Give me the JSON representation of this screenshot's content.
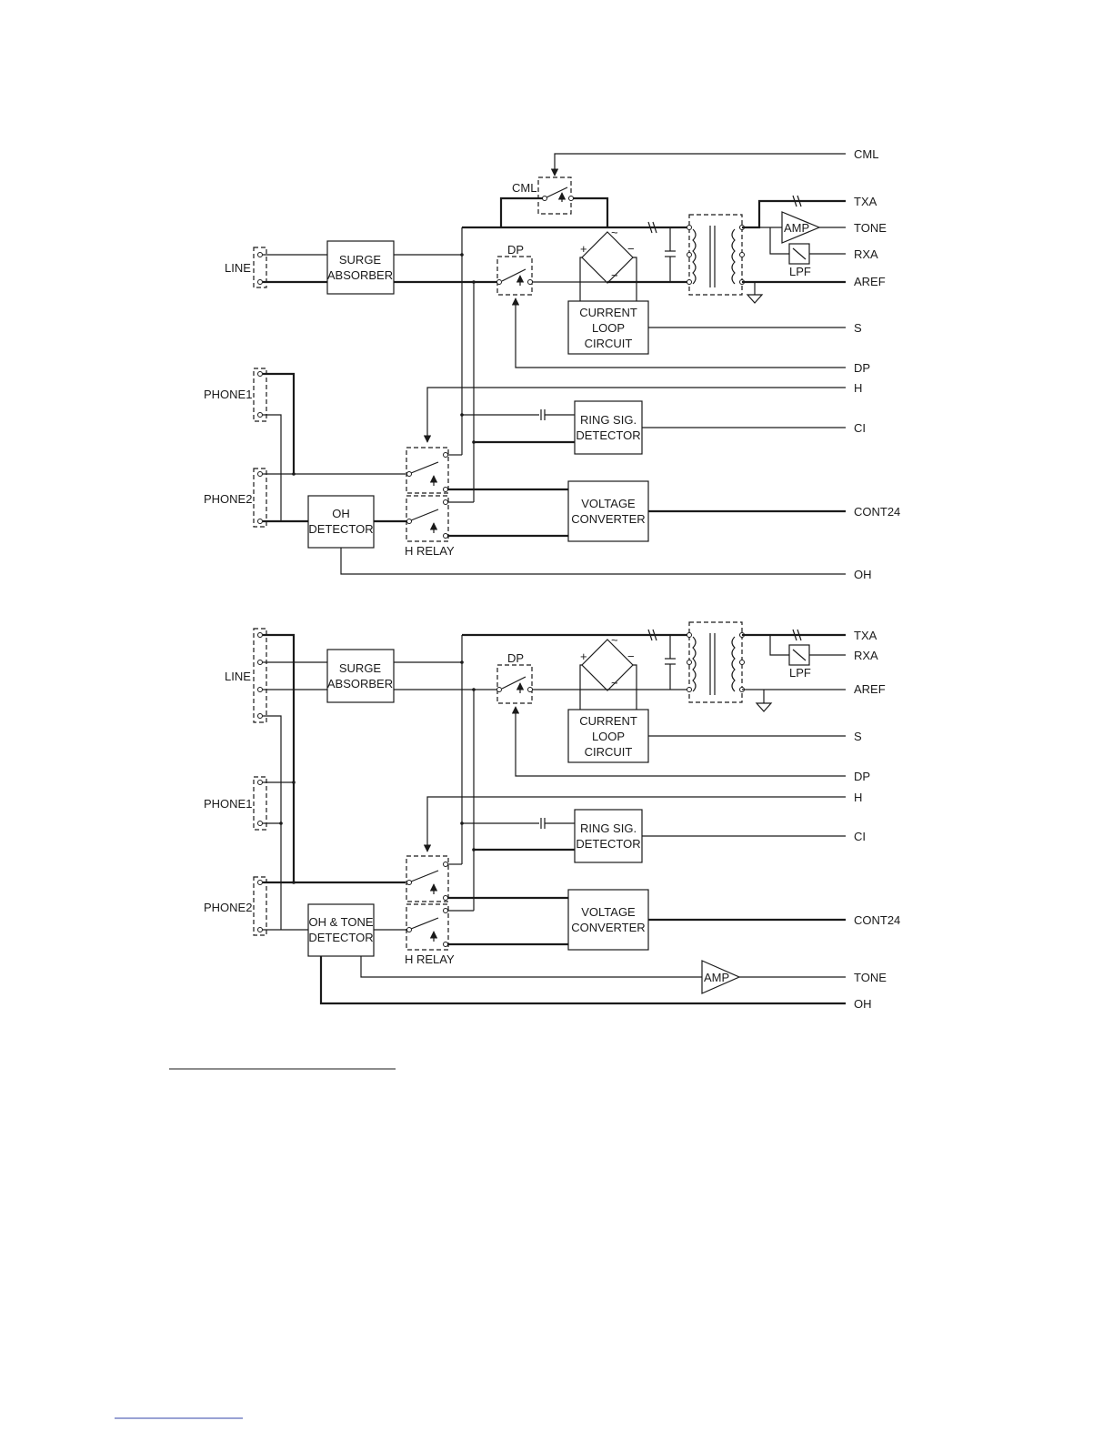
{
  "colors": {
    "ink": "#1a1a1a",
    "background": "#ffffff"
  },
  "diagram_top": {
    "labels": {
      "line": "LINE",
      "phone1": "PHONE1",
      "phone2": "PHONE2",
      "surge_1": "SURGE",
      "surge_2": "ABSORBER",
      "cml_switch": "CML",
      "dp_switch": "DP",
      "current_loop_1": "CURRENT",
      "current_loop_2": "LOOP",
      "current_loop_3": "CIRCUIT",
      "ring_sig_1": "RING SIG.",
      "ring_sig_2": "DETECTOR",
      "voltage_1": "VOLTAGE",
      "voltage_2": "CONVERTER",
      "oh_det_1": "OH",
      "oh_det_2": "DETECTOR",
      "h_relay": "H RELAY",
      "amp": "AMP",
      "lpf": "LPF",
      "plus": "+",
      "minus": "−",
      "tilde": "~"
    },
    "signals": {
      "cml": "CML",
      "txa": "TXA",
      "tone": "TONE",
      "rxa": "RXA",
      "aref": "AREF",
      "s": "S",
      "dp": "DP",
      "h": "H",
      "ci": "CI",
      "cont24": "CONT24",
      "oh": "OH"
    }
  },
  "diagram_bottom": {
    "labels": {
      "line": "LINE",
      "phone1": "PHONE1",
      "phone2": "PHONE2",
      "surge_1": "SURGE",
      "surge_2": "ABSORBER",
      "dp_switch": "DP",
      "current_loop_1": "CURRENT",
      "current_loop_2": "LOOP",
      "current_loop_3": "CIRCUIT",
      "ring_sig_1": "RING SIG.",
      "ring_sig_2": "DETECTOR",
      "voltage_1": "VOLTAGE",
      "voltage_2": "CONVERTER",
      "oh_det_1": "OH & TONE",
      "oh_det_2": "DETECTOR",
      "h_relay": "H RELAY",
      "amp": "AMP",
      "lpf": "LPF",
      "plus": "+",
      "minus": "−",
      "tilde": "~"
    },
    "signals": {
      "txa": "TXA",
      "rxa": "RXA",
      "aref": "AREF",
      "s": "S",
      "dp": "DP",
      "h": "H",
      "ci": "CI",
      "cont24": "CONT24",
      "tone": "TONE",
      "oh": "OH"
    }
  }
}
